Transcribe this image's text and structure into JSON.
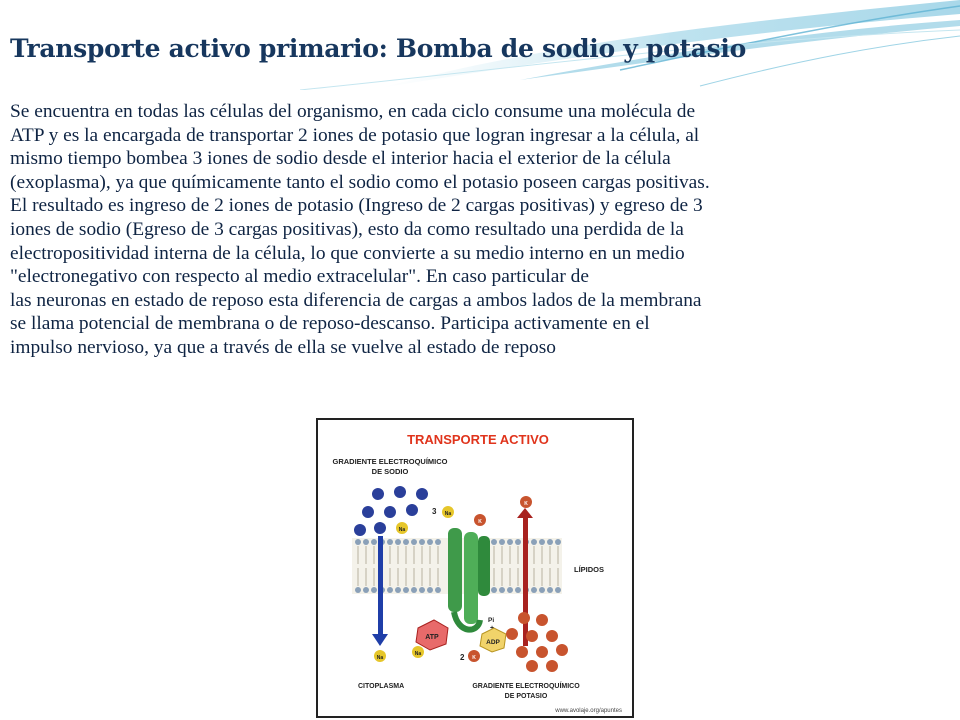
{
  "slide": {
    "title": "Transporte activo primario: Bomba de sodio y potasio",
    "lines": [
      "Se encuentra en todas las células del organismo, en cada ciclo consume una molécula de",
      "ATP y es la encargada de transportar 2 iones de potasio que logran ingresar a la célula, al",
      "mismo tiempo bombea 3 iones de sodio desde el interior hacia el exterior de la célula",
      "(exoplasma), ya que químicamente tanto el sodio como el potasio poseen cargas positivas.",
      "El resultado es ingreso de 2 iones de potasio (Ingreso de 2 cargas positivas) y egreso de 3",
      "iones de sodio (Egreso de 3 cargas positivas), esto da como resultado una perdida de la",
      "electropositividad interna de la célula, lo que convierte a su medio interno en un medio",
      "\"electronegativo con respecto al medio extracelular\". En caso particular de",
      "las neuronas en estado de reposo esta diferencia de cargas a ambos lados de la membrana",
      "se llama potencial de membrana o de reposo-descanso. Participa activamente en el",
      "impulso nervioso, ya que a través de ella se vuelve al estado de reposo"
    ]
  },
  "figure": {
    "title": "TRANSPORTE ACTIVO",
    "sodium_gradient_line1": "GRADIENTE ELECTROQUÍMICO",
    "sodium_gradient_line2": "DE SODIO",
    "potassium_gradient_line1": "GRADIENTE ELECTROQUÍMICO",
    "potassium_gradient_line2": "DE POTASIO",
    "lipids_label": "LÍPIDOS",
    "cytoplasm_label": "CITOPLASMA",
    "atp_label": "ATP",
    "adp_label": "ADP",
    "pi_label": "Pi",
    "plus_sign": "+",
    "na_symbol": "Na",
    "k_symbol": "K",
    "count_three": "3",
    "count_two": "2",
    "credit": "www.avolaje.org/apuntes",
    "colors": {
      "title_red": "#e0341c",
      "sodium_blue": "#2a3f9a",
      "sodium_yellow": "#e6c62a",
      "potassium_orange": "#c8542e",
      "pump_green": "#3f9a4a",
      "arrow_blue": "#1f3ea8",
      "arrow_red": "#a8221f"
    }
  }
}
